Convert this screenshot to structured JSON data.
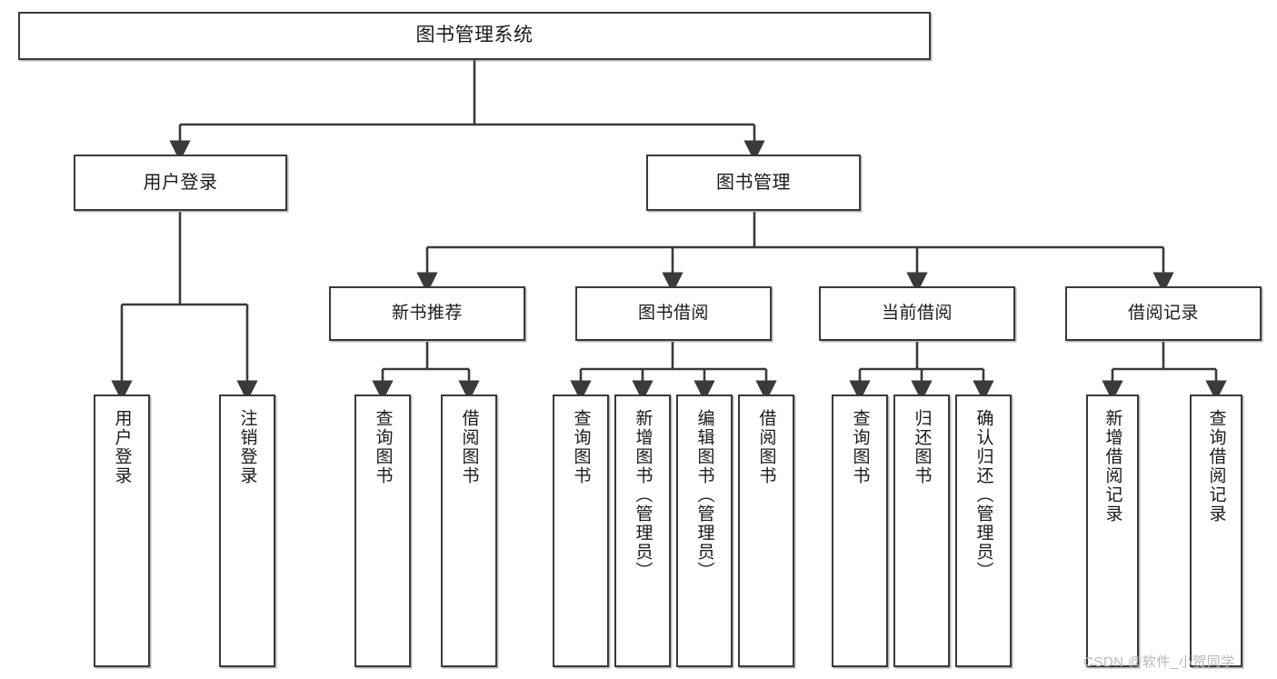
{
  "diagram": {
    "type": "tree-hierarchy-chart",
    "title": "图书管理系统",
    "root": {
      "label": "图书管理系统"
    },
    "level2": [
      {
        "label": "用户登录"
      },
      {
        "label": "图书管理"
      }
    ],
    "level3": [
      {
        "label": "新书推荐"
      },
      {
        "label": "图书借阅"
      },
      {
        "label": "当前借阅"
      },
      {
        "label": "借阅记录"
      }
    ],
    "leaves": {
      "user_login": [
        {
          "label": "用户登录"
        },
        {
          "label": "注销登录"
        }
      ],
      "new_book_recommend": [
        {
          "label": "查询图书"
        },
        {
          "label": "借阅图书"
        }
      ],
      "book_borrow": [
        {
          "label": "查询图书"
        },
        {
          "label": "新增图书（管理员）"
        },
        {
          "label": "编辑图书（管理员）"
        },
        {
          "label": "借阅图书"
        }
      ],
      "current_borrow": [
        {
          "label": "查询图书"
        },
        {
          "label": "归还图书"
        },
        {
          "label": "确认归还（管理员）"
        }
      ],
      "borrow_record": [
        {
          "label": "新增借阅记录"
        },
        {
          "label": "查询借阅记录"
        }
      ]
    }
  },
  "watermark": {
    "text": "CSDN @软件_小贺同学"
  },
  "colors": {
    "border": "#3a3a3a",
    "text": "#1a1a1a",
    "background": "#ffffff",
    "watermark": "#b9b9b9"
  }
}
